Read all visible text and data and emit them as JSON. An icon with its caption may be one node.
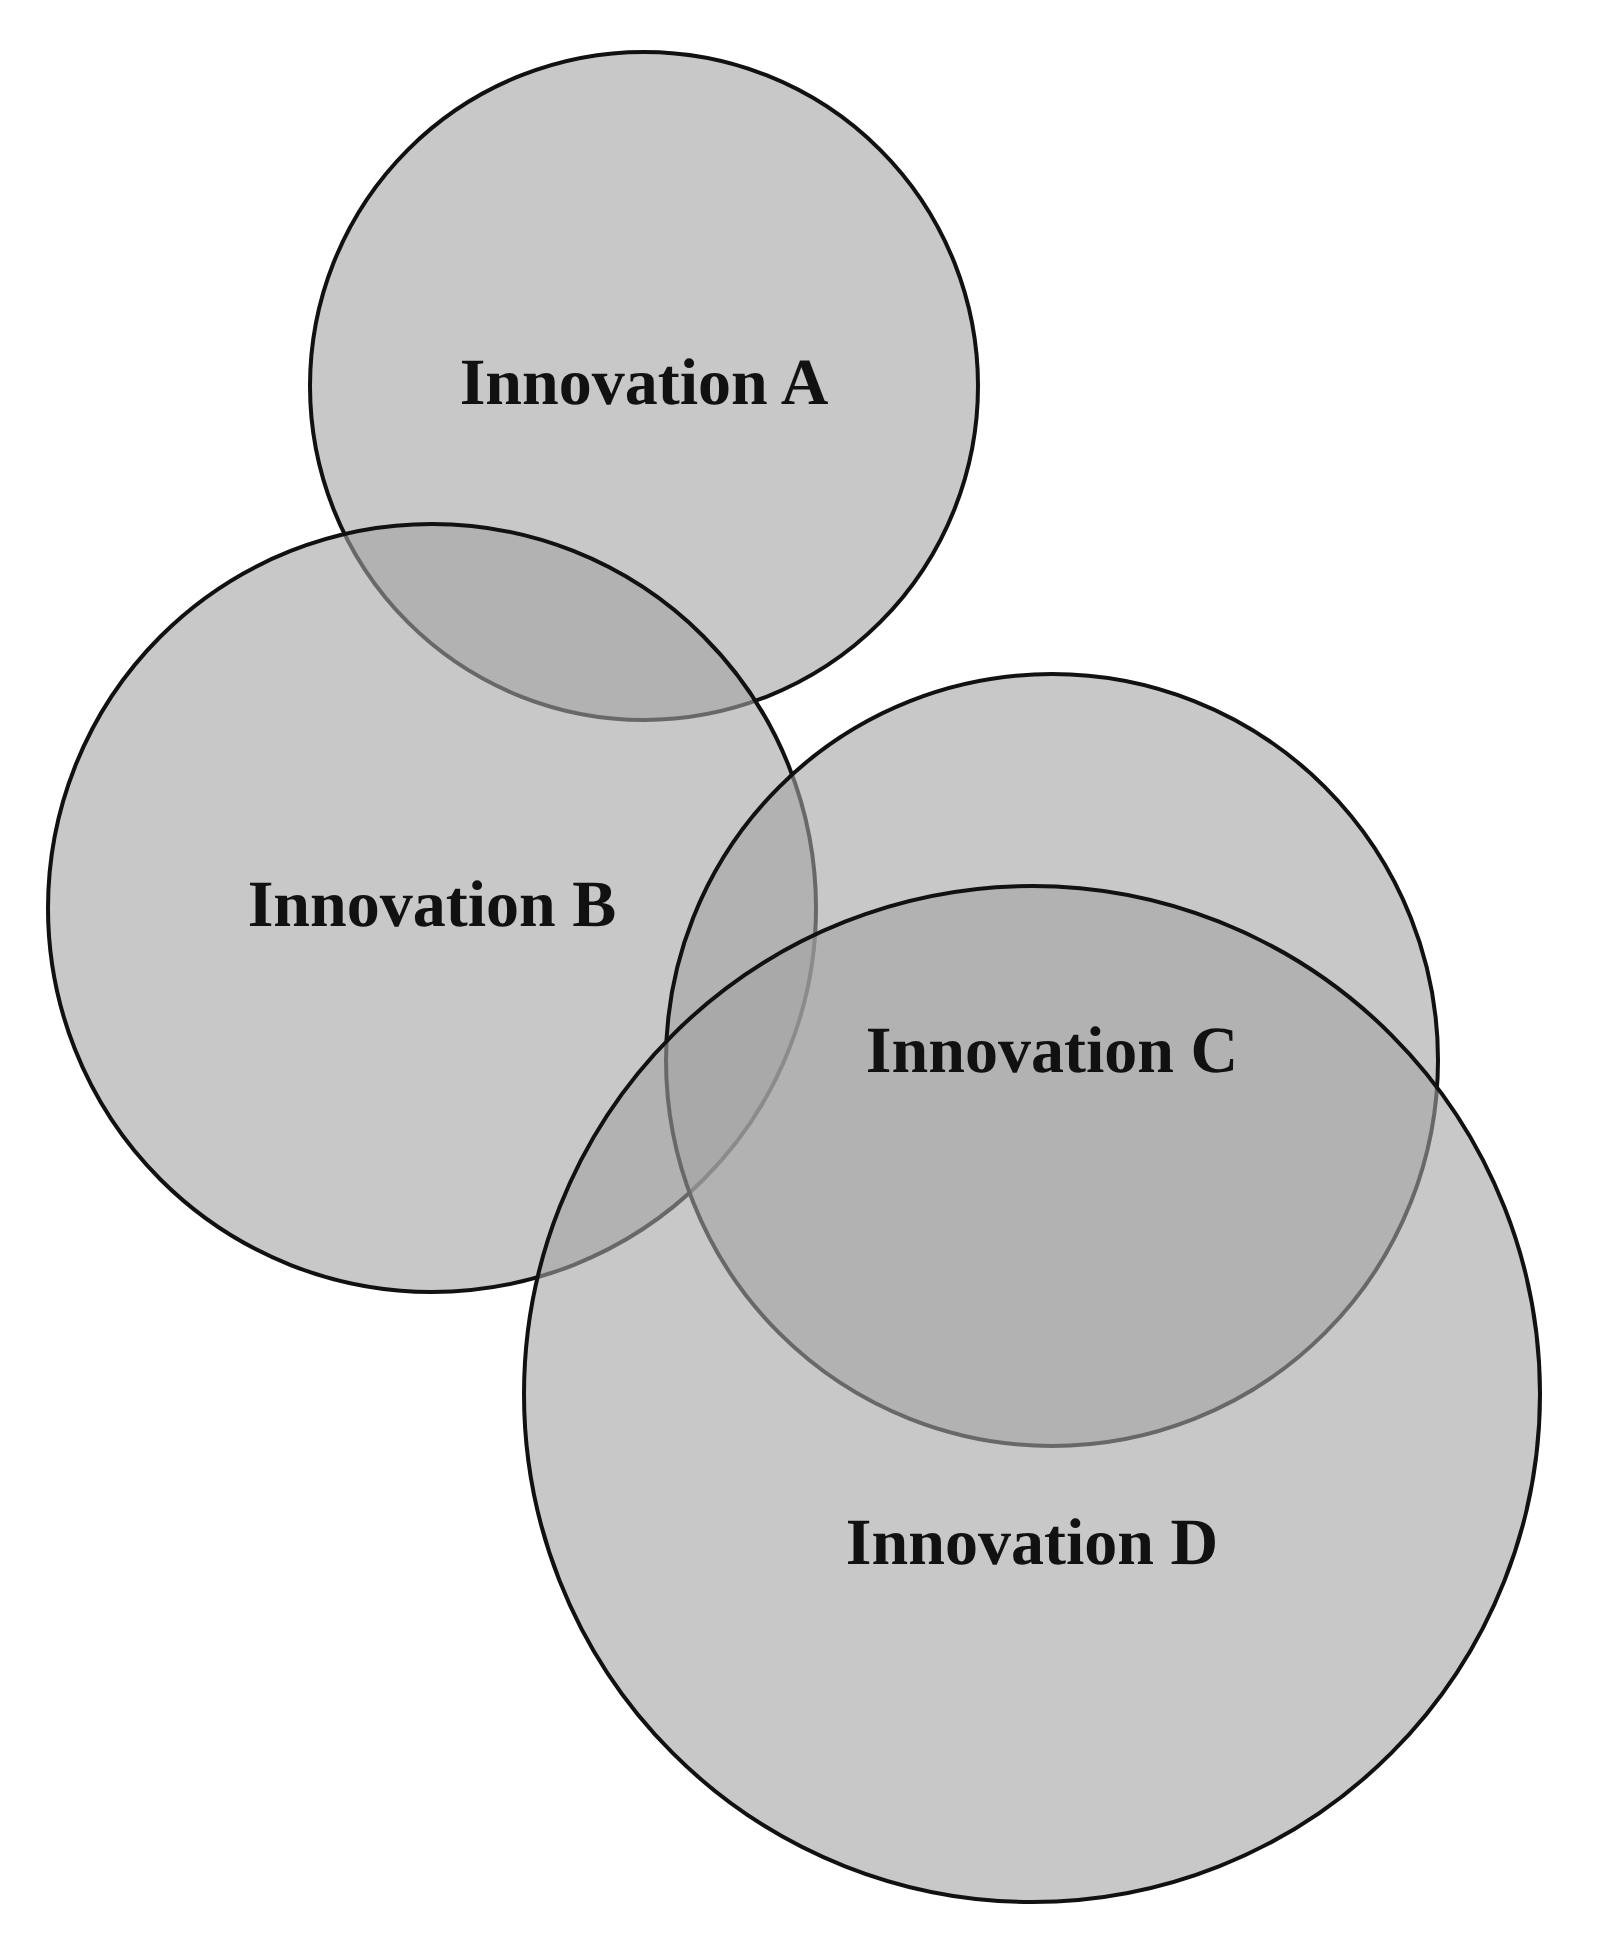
{
  "diagram": {
    "nodes": [
      {
        "text": [
          "Innovation A"
        ]
      },
      {
        "text": [
          "Innovation B"
        ]
      },
      {
        "text": [
          "Innovation C"
        ]
      },
      {
        "text": [
          "Innovation D"
        ]
      }
    ]
  }
}
